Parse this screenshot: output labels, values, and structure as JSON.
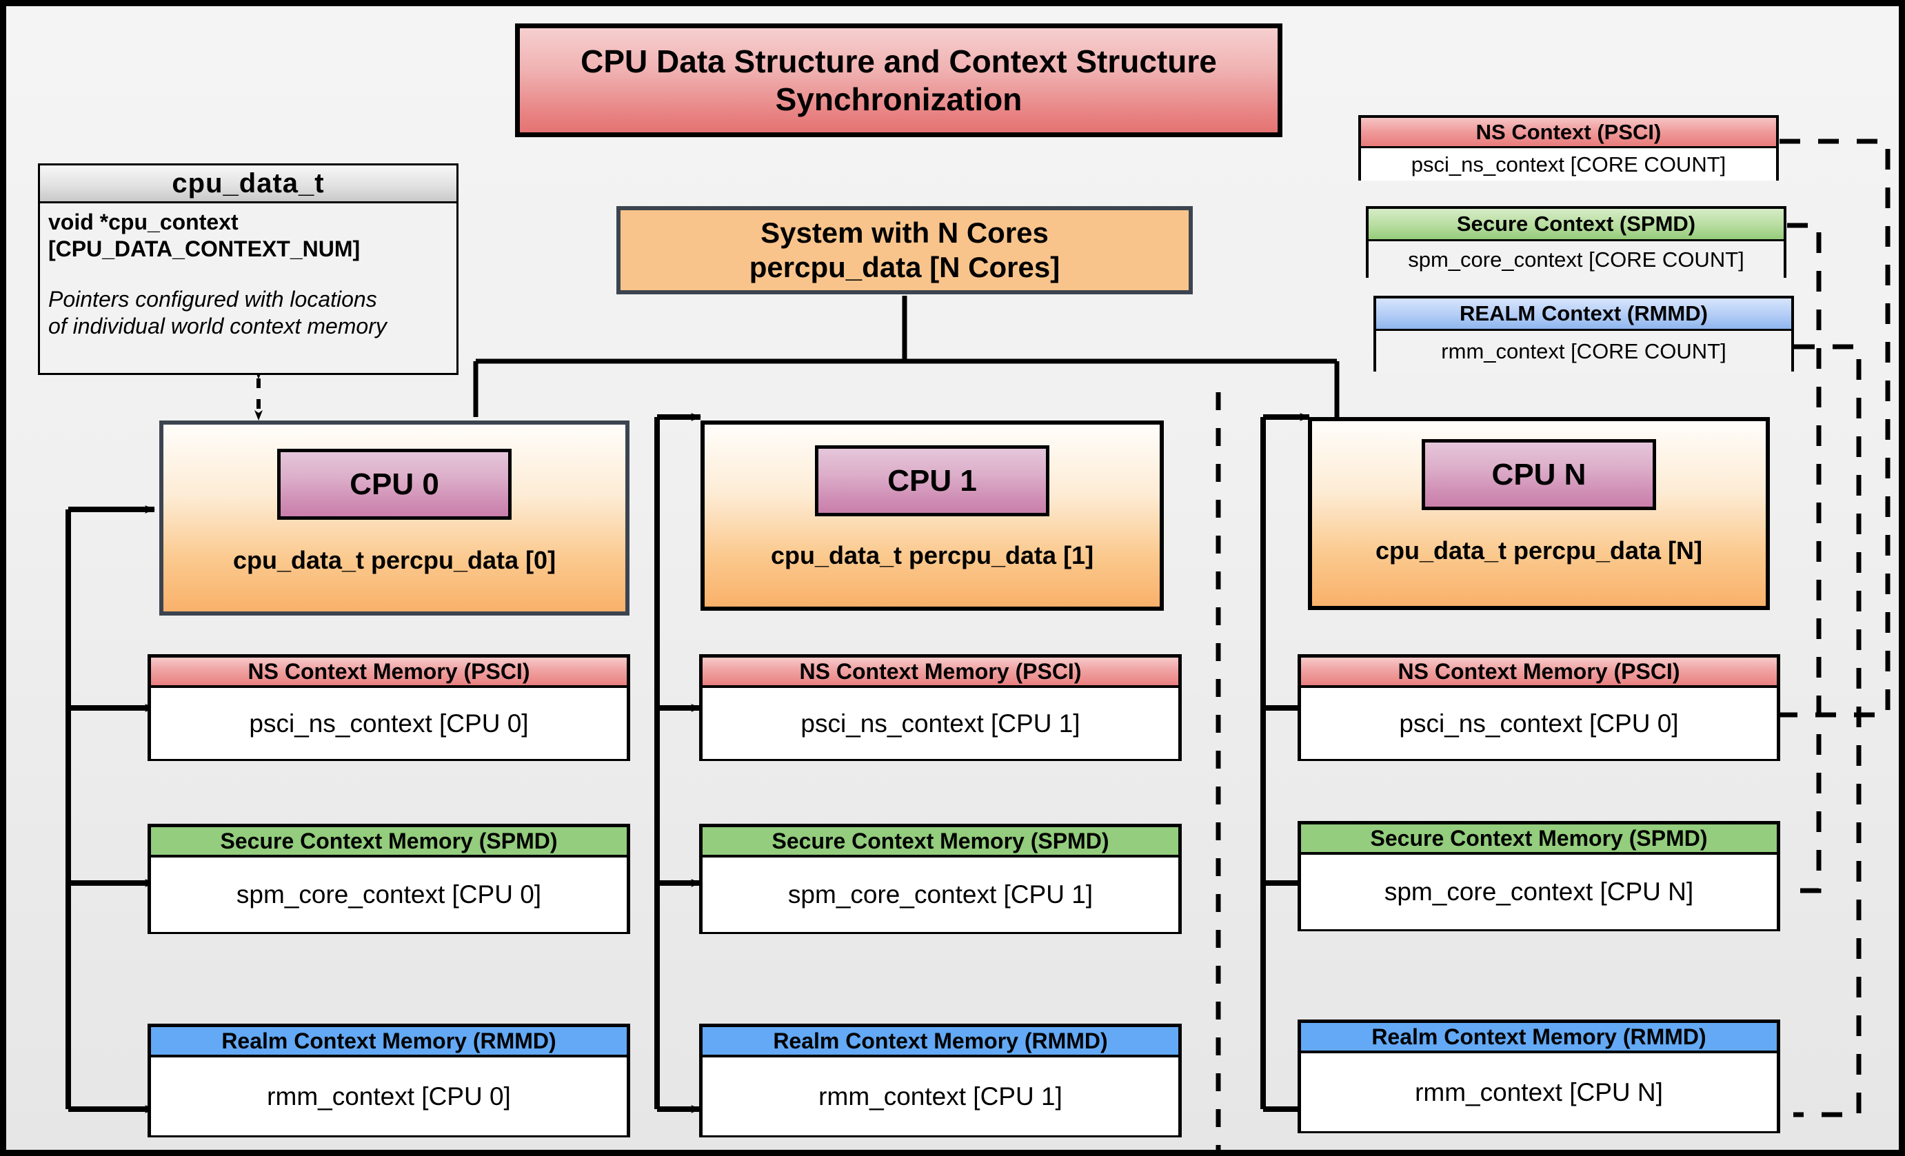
{
  "title": {
    "line1": "CPU Data Structure and Context Structure",
    "line2": "Synchronization"
  },
  "cpu_data_t": {
    "name": "cpu_data_t",
    "field": "void  *cpu_context",
    "field_index": "[CPU_DATA_CONTEXT_NUM]",
    "note_line1": "Pointers configured with locations",
    "note_line2": "of individual world context memory"
  },
  "system": {
    "line1": "System with N Cores",
    "line2": "percpu_data [N Cores]"
  },
  "global_contexts": [
    {
      "header": "NS Context  (PSCI)",
      "body": "psci_ns_context [CORE COUNT]",
      "color": "#e97b7b",
      "kind": "psci"
    },
    {
      "header": "Secure Context (SPMD)",
      "body": "spm_core_context [CORE COUNT]",
      "color": "#95cc7b",
      "kind": "spmd"
    },
    {
      "header": "REALM Context (RMMD)",
      "body": "rmm_context [CORE COUNT]",
      "color": "#8fb6ef",
      "kind": "rmmd"
    }
  ],
  "cpus": [
    {
      "chip": "CPU 0",
      "percpu": "cpu_data_t percpu_data [0]",
      "contexts": [
        {
          "header": "NS Context Memory (PSCI)",
          "body": "psci_ns_context [CPU 0]",
          "kind": "psci"
        },
        {
          "header": "Secure Context Memory (SPMD)",
          "body": "spm_core_context [CPU 0]",
          "kind": "spmd"
        },
        {
          "header": "Realm Context Memory (RMMD)",
          "body": "rmm_context [CPU 0]",
          "kind": "rmmd"
        }
      ]
    },
    {
      "chip": "CPU 1",
      "percpu": "cpu_data_t percpu_data [1]",
      "contexts": [
        {
          "header": "NS Context Memory (PSCI)",
          "body": "psci_ns_context [CPU 1]",
          "kind": "psci"
        },
        {
          "header": "Secure Context Memory (SPMD)",
          "body": "spm_core_context [CPU 1]",
          "kind": "spmd"
        },
        {
          "header": "Realm Context Memory (RMMD)",
          "body": "rmm_context [CPU 1]",
          "kind": "rmmd"
        }
      ]
    },
    {
      "chip": "CPU N",
      "percpu": "cpu_data_t percpu_data [N]",
      "contexts": [
        {
          "header": "NS Context Memory (PSCI)",
          "body": "psci_ns_context [CPU 0]",
          "kind": "psci"
        },
        {
          "header": "Secure Context Memory (SPMD)",
          "body": "spm_core_context [CPU N]",
          "kind": "spmd"
        },
        {
          "header": "Realm Context Memory (RMMD)",
          "body": "rmm_context [CPU N]",
          "kind": "rmmd"
        }
      ]
    }
  ],
  "palette": {
    "psci": "#e97b7b",
    "spmd": "#93cd7d",
    "rmmd": "#63a9f5",
    "cpu_chip": "#cf8cb4",
    "system": "#f9c48b",
    "frame": "#3c4450",
    "background": "#efefef"
  }
}
